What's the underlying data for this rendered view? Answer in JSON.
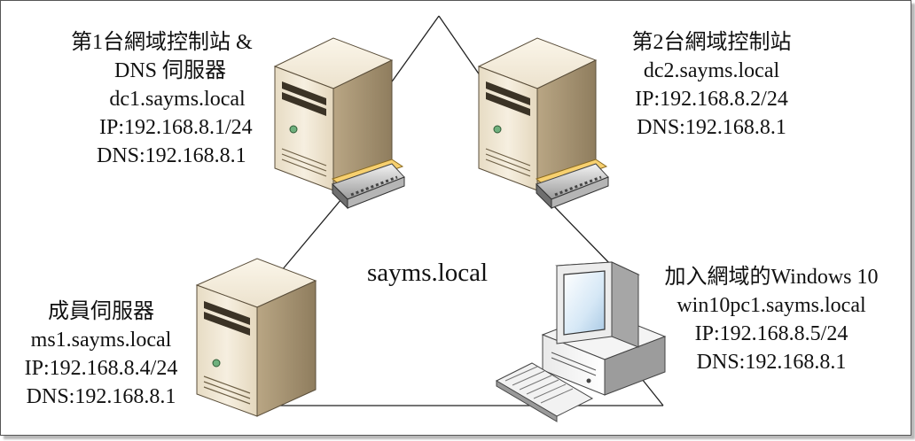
{
  "domain_name": "sayms.local",
  "dc1": {
    "title_line1": "第1台網域控制站 &",
    "title_line2": "DNS 伺服器",
    "hostname": "dc1.sayms.local",
    "ip": "IP:192.168.8.1/24",
    "dns": "DNS:192.168.8.1"
  },
  "dc2": {
    "title": "第2台網域控制站",
    "hostname": "dc2.sayms.local",
    "ip": "IP:192.168.8.2/24",
    "dns": "DNS:192.168.8.1"
  },
  "member_server": {
    "title": "成員伺服器",
    "hostname": "ms1.sayms.local",
    "ip": "IP:192.168.8.4/24",
    "dns": "DNS:192.168.8.1"
  },
  "client": {
    "title": "加入網域的Windows 10",
    "hostname": "win10pc1.sayms.local",
    "ip": "IP:192.168.8.5/24",
    "dns": "DNS:192.168.8.1"
  }
}
